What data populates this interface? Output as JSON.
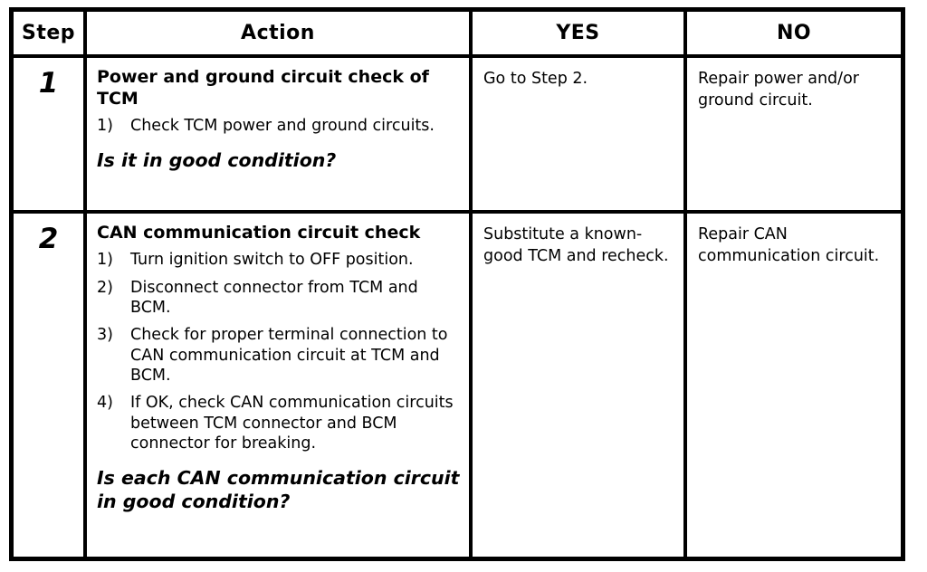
{
  "colors": {
    "border": "#000000",
    "background": "#ffffff",
    "text": "#000000"
  },
  "table": {
    "headers": {
      "step": "Step",
      "action": "Action",
      "yes": "YES",
      "no": "NO"
    },
    "rows": [
      {
        "step": "1",
        "action": {
          "title": "Power and ground circuit check of TCM",
          "items": [
            {
              "num": "1)",
              "text": "Check TCM power and ground circuits."
            }
          ],
          "question": "Is it in good condition?"
        },
        "yes": "Go to Step 2.",
        "no": "Repair power and/or ground circuit."
      },
      {
        "step": "2",
        "action": {
          "title": "CAN communication circuit check",
          "items": [
            {
              "num": "1)",
              "text": "Turn ignition switch to OFF position."
            },
            {
              "num": "2)",
              "text": "Disconnect connector from TCM and BCM."
            },
            {
              "num": "3)",
              "text": "Check for proper terminal connection to CAN communication circuit at TCM and BCM."
            },
            {
              "num": "4)",
              "text": "If OK, check CAN communication circuits between TCM connector and BCM connector for breaking."
            }
          ],
          "question": "Is each CAN communication circuit in good condition?"
        },
        "yes": "Substitute a known-good TCM and recheck.",
        "no": "Repair CAN communication circuit."
      }
    ]
  }
}
